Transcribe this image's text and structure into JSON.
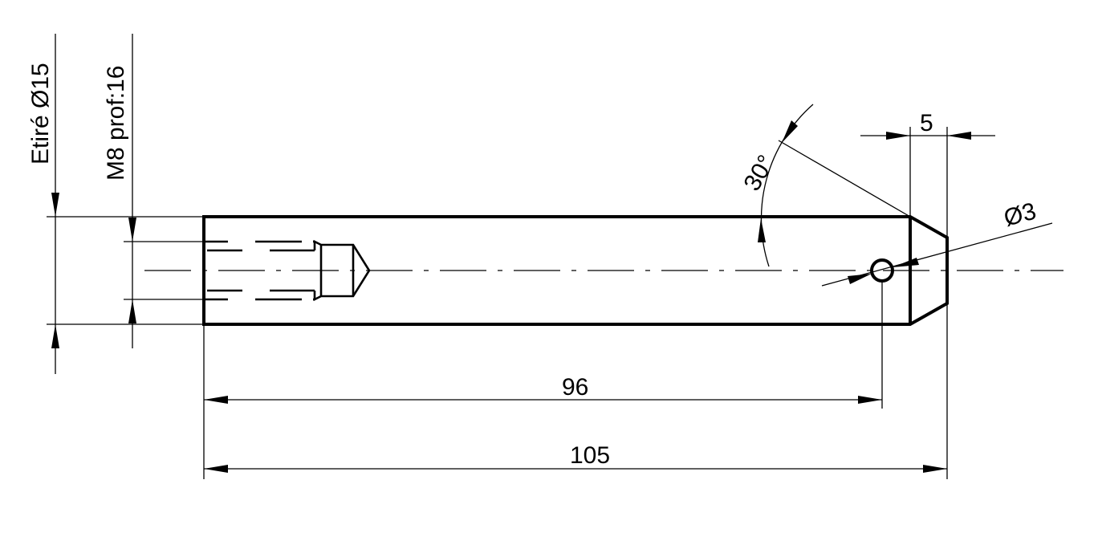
{
  "drawing": {
    "labels": {
      "drawn_bar": "Etiré Ø15",
      "thread": "M8 prof:16",
      "angle": "30°",
      "chamfer": "5",
      "hole_diameter": "Ø3",
      "hole_position": "96",
      "overall_length": "105"
    }
  }
}
